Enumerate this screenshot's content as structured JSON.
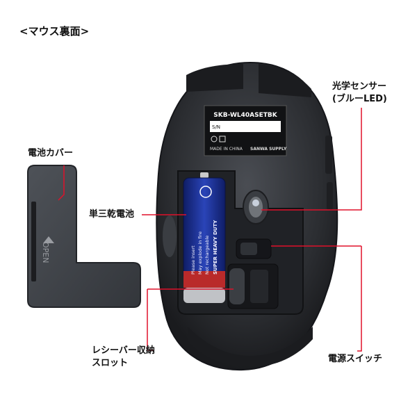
{
  "heading": "<マウス裏面>",
  "labels": {
    "sensor": [
      "光学センサー",
      "(ブルーLED)"
    ],
    "battery_cover": "電池カバー",
    "battery": "単三乾電池",
    "receiver_slot": [
      "レシーバー収納",
      "スロット"
    ],
    "power_switch": "電源スイッチ"
  },
  "sticker": {
    "model": "SKB-WL40ASETBK",
    "serial_label": "S/N",
    "origin": "MADE IN CHINA",
    "brand": "SANWA SUPPLY"
  },
  "cover_text": "OPEN",
  "battery_text": {
    "brand": "SUPER HEAVY DUTY",
    "line1": "Not rechargeable",
    "line2": "May explode in fire",
    "line3": "Please insert"
  },
  "colors": {
    "leader": "#e0102a",
    "mouse_body": "#2a2c30",
    "battery_blue": "#1c2f8c"
  }
}
